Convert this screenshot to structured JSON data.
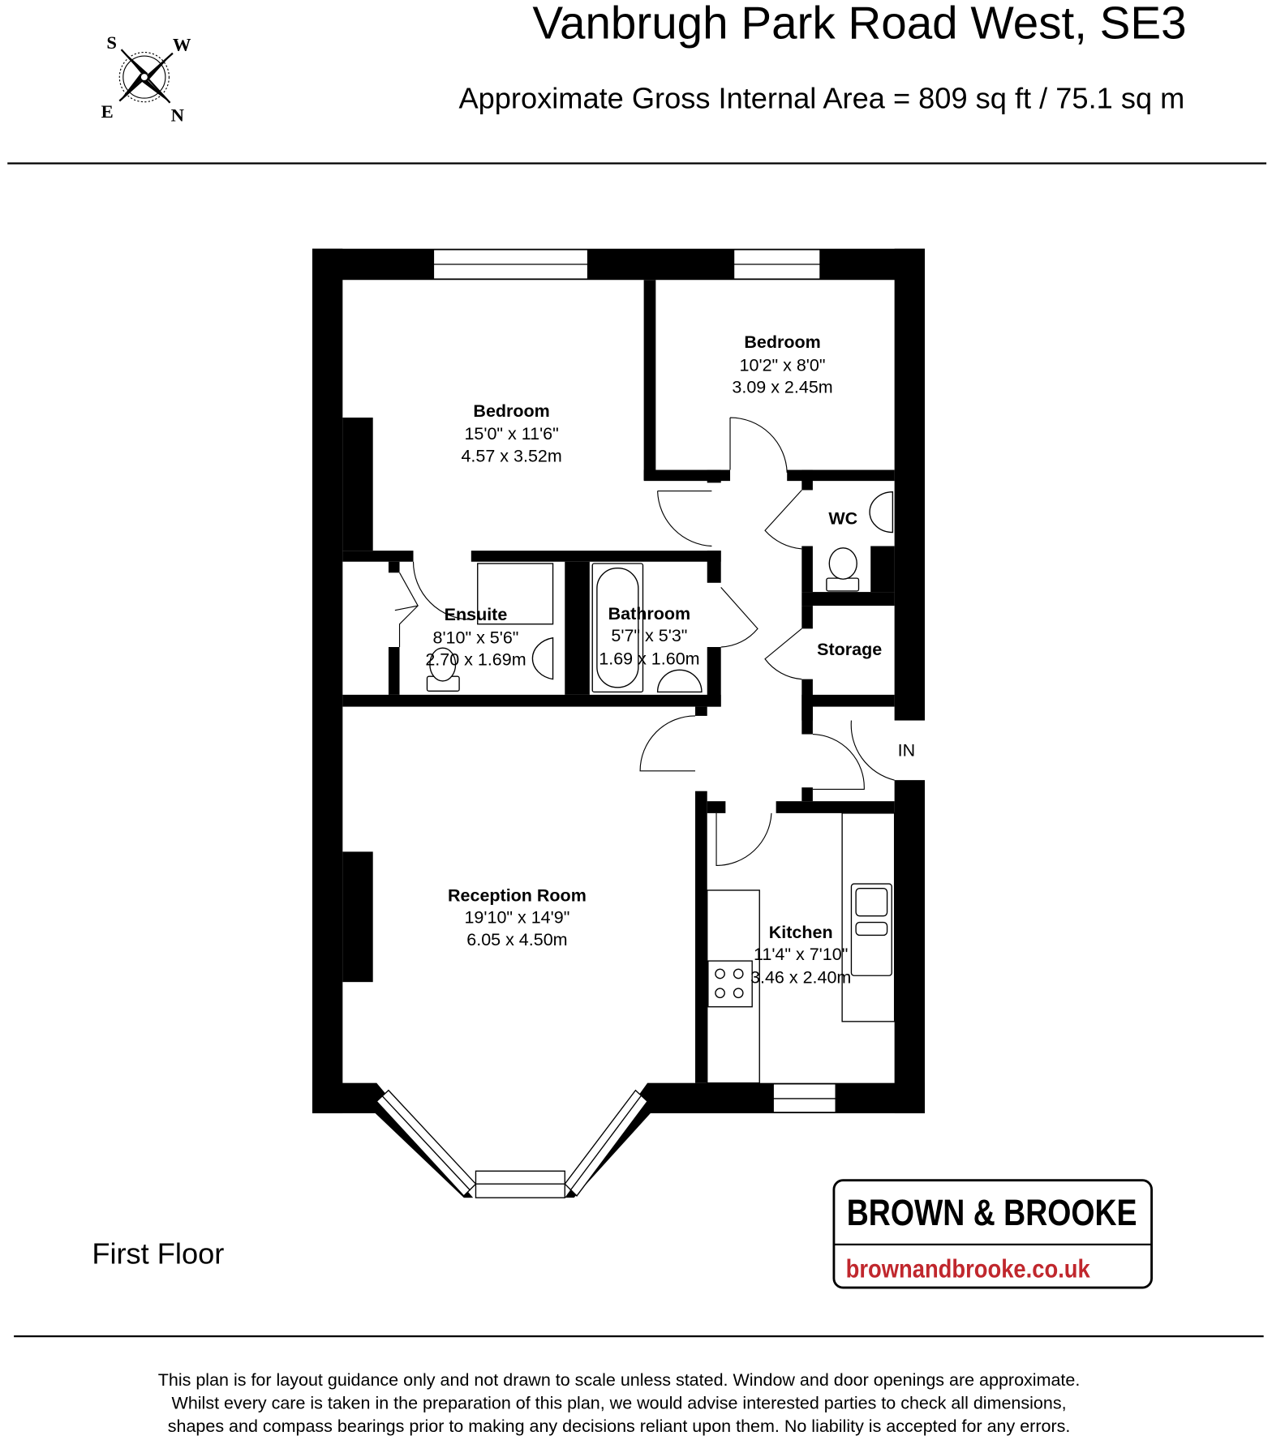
{
  "header": {
    "title": "Vanbrugh Park Road West, SE3",
    "area": "Approximate Gross Internal Area = 809 sq ft / 75.1 sq m"
  },
  "compass": {
    "top_left": "S",
    "top_right": "W",
    "bottom_left": "E",
    "bottom_right": "N"
  },
  "rooms": {
    "bedroom1": {
      "name": "Bedroom",
      "imperial": "15'0\" x 11'6\"",
      "metric": "4.57 x 3.52m"
    },
    "bedroom2": {
      "name": "Bedroom",
      "imperial": "10'2\" x 8'0\"",
      "metric": "3.09 x 2.45m"
    },
    "wc": {
      "name": "WC"
    },
    "storage": {
      "name": "Storage"
    },
    "ensuite": {
      "name": "Ensuite",
      "imperial": "8'10\" x 5'6\"",
      "metric": "2.70 x 1.69m"
    },
    "bathroom": {
      "name": "Bathroom",
      "imperial": "5'7\" x 5'3\"",
      "metric": "1.69 x 1.60m"
    },
    "reception": {
      "name": "Reception Room",
      "imperial": "19'10\" x 14'9\"",
      "metric": "6.05 x 4.50m"
    },
    "kitchen": {
      "name": "Kitchen",
      "imperial": "11'4\" x 7'10\"",
      "metric": "3.46 x 2.40m"
    },
    "entrance": "IN"
  },
  "floor_label": "First Floor",
  "logo": {
    "name": "BROWN & BROOKE",
    "url": "brownandbrooke.co.uk",
    "accent": "#c0272d"
  },
  "disclaimer": [
    "This plan is for layout guidance only and not drawn to scale unless stated. Window and door openings are approximate.",
    "Whilst every care is taken in the preparation of this plan, we would advise interested parties to check all dimensions,",
    "shapes and compass bearings prior to making any decisions reliant upon them. No liability is accepted for any errors."
  ]
}
